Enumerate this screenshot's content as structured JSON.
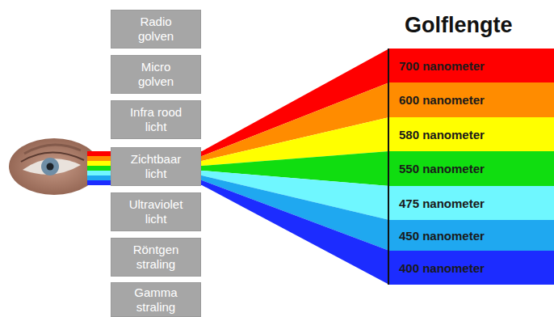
{
  "diagram": {
    "title": "Golflengte",
    "nodes": [
      {
        "text": [
          "Radio golven"
        ]
      },
      {
        "text": [
          "Micro golven"
        ]
      },
      {
        "text": [
          "Infra rood licht"
        ]
      },
      {
        "text": [
          "Zichtbaar licht"
        ]
      },
      {
        "text": [
          "Ultraviolet licht"
        ]
      },
      {
        "text": [
          "Röntgen straling"
        ]
      },
      {
        "text": [
          "Gamma straling"
        ]
      },
      {
        "text": [
          "700 nanometer"
        ]
      },
      {
        "text": [
          "600 nanometer"
        ]
      },
      {
        "text": [
          "580 nanometer"
        ]
      },
      {
        "text": [
          "550 nanometer"
        ]
      },
      {
        "text": [
          "475 nanometer"
        ]
      },
      {
        "text": [
          "450 nanometer"
        ]
      },
      {
        "text": [
          "400 nanometer"
        ]
      }
    ]
  }
}
